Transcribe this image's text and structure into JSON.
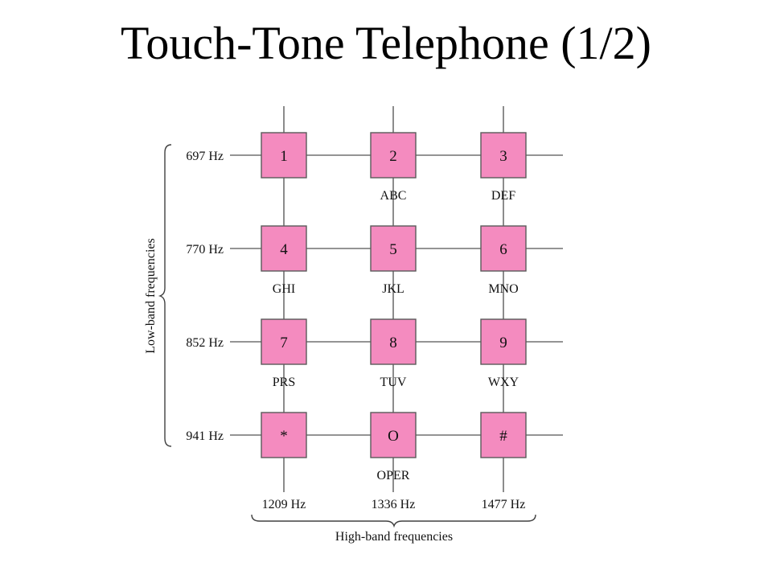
{
  "title": "Touch-Tone Telephone (1/2)",
  "colors": {
    "key_fill": "#f48bbf",
    "key_border": "#5a5a5a",
    "grid_line": "#707070"
  },
  "low_band": {
    "label": "Low-band frequencies",
    "rows": [
      "697 Hz",
      "770 Hz",
      "852 Hz",
      "941 Hz"
    ]
  },
  "high_band": {
    "label": "High-band frequencies",
    "columns": [
      "1209 Hz",
      "1336 Hz",
      "1477 Hz"
    ]
  },
  "keys": [
    [
      {
        "digit": "1",
        "letters": ""
      },
      {
        "digit": "2",
        "letters": "ABC"
      },
      {
        "digit": "3",
        "letters": "DEF"
      }
    ],
    [
      {
        "digit": "4",
        "letters": "GHI"
      },
      {
        "digit": "5",
        "letters": "JKL"
      },
      {
        "digit": "6",
        "letters": "MNO"
      }
    ],
    [
      {
        "digit": "7",
        "letters": "PRS"
      },
      {
        "digit": "8",
        "letters": "TUV"
      },
      {
        "digit": "9",
        "letters": "WXY"
      }
    ],
    [
      {
        "digit": "*",
        "letters": ""
      },
      {
        "digit": "O",
        "letters": "OPER"
      },
      {
        "digit": "#",
        "letters": ""
      }
    ]
  ]
}
